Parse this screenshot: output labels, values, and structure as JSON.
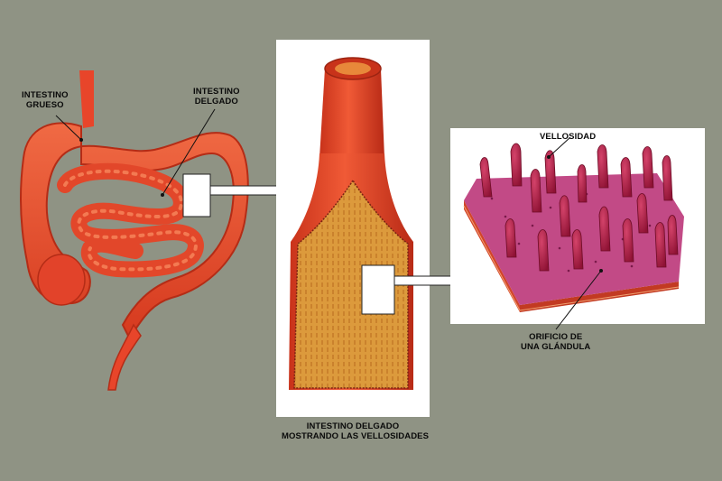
{
  "colors": {
    "background": "#8f9384",
    "intestine": "#e8452a",
    "intestine_dark": "#b82a16",
    "villi": "#a21840",
    "mucosa": "#c24a86",
    "inner_wall": "#d99a3a"
  },
  "labels": {
    "large_intestine": [
      "INTESTINO",
      "GRUESO"
    ],
    "small_intestine": [
      "INTESTINO",
      "DELGADO"
    ],
    "villus": "VELLOSIDAD",
    "gland_opening": [
      "ORIFICIO DE",
      "UNA GLÁNDULA"
    ],
    "caption": [
      "INTESTINO DELGADO",
      "MOSTRANDO LAS VELLOSIDADES"
    ]
  }
}
